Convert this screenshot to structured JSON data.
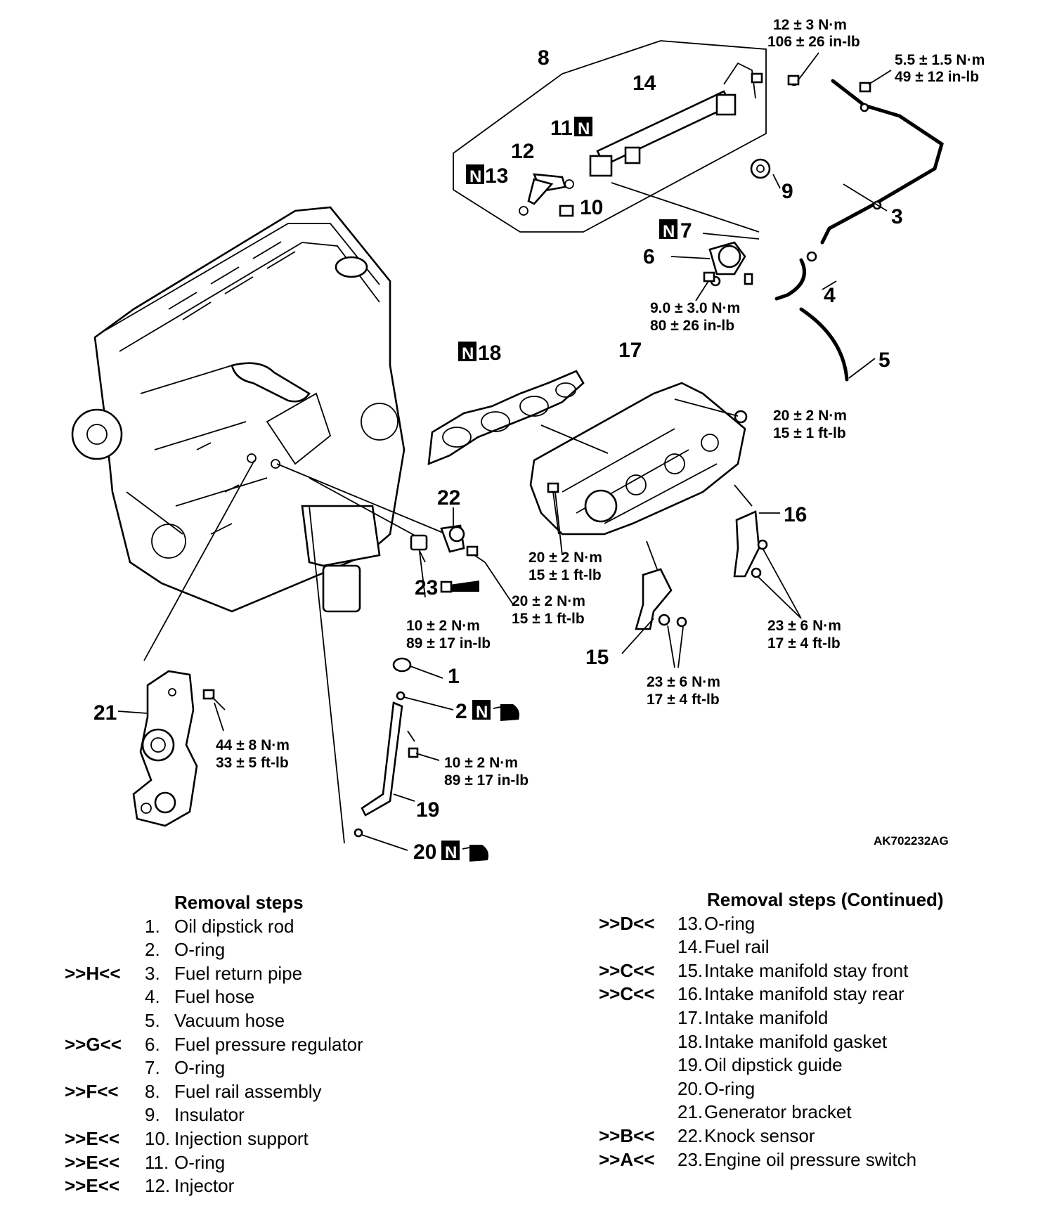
{
  "callouts": {
    "c1": "1",
    "c2": "2",
    "c3": "3",
    "c4": "4",
    "c5": "5",
    "c6": "6",
    "c7": "7",
    "c8": "8",
    "c9": "9",
    "c10": "10",
    "c11": "11",
    "c12": "12",
    "c13": "13",
    "c14": "14",
    "c15": "15",
    "c16": "16",
    "c17": "17",
    "c18": "18",
    "c19": "19",
    "c20": "20",
    "c21": "21",
    "c22": "22",
    "c23": "23"
  },
  "new_part_marker": "N",
  "torques": {
    "t_bolt_rail": [
      "12 ± 3 N·m",
      "106 ± 26 in-lb"
    ],
    "t_bolt_return": [
      "5.5 ± 1.5 N·m",
      "49 ± 12 in-lb"
    ],
    "t_regulator": [
      "9.0 ± 3.0 N·m",
      "80 ± 26 in-lb"
    ],
    "t_manifold_nut": [
      "20 ± 2 N·m",
      "15 ± 1 ft-lb"
    ],
    "t_manifold_bolt": [
      "20 ± 2 N·m",
      "15 ± 1 ft-lb"
    ],
    "t_knock_sensor": [
      "20 ± 2 N·m",
      "15 ± 1 ft-lb"
    ],
    "t_oil_switch": [
      "10 ± 2 N·m",
      "89 ± 17 in-lb"
    ],
    "t_stay_rear": [
      "23 ± 6 N·m",
      "17 ± 4 ft-lb"
    ],
    "t_stay_front": [
      "23 ± 6 N·m",
      "17 ± 4 ft-lb"
    ],
    "t_generator": [
      "44 ± 8 N·m",
      "33 ± 5 ft-lb"
    ],
    "t_dipstick": [
      "10 ± 2 N·m",
      "89 ± 17 in-lb"
    ]
  },
  "figure_ref": "AK702232AG",
  "legend_left": {
    "title": "Removal steps",
    "items": [
      {
        "code": "",
        "num": "1.",
        "label": "Oil dipstick rod"
      },
      {
        "code": "",
        "num": "2.",
        "label": "O-ring"
      },
      {
        "code": ">>H<<",
        "num": "3.",
        "label": "Fuel return pipe"
      },
      {
        "code": "",
        "num": "4.",
        "label": "Fuel hose"
      },
      {
        "code": "",
        "num": "5.",
        "label": "Vacuum hose"
      },
      {
        "code": ">>G<<",
        "num": "6.",
        "label": "Fuel pressure regulator"
      },
      {
        "code": "",
        "num": "7.",
        "label": "O-ring"
      },
      {
        "code": ">>F<<",
        "num": "8.",
        "label": "Fuel rail assembly"
      },
      {
        "code": "",
        "num": "9.",
        "label": "Insulator"
      },
      {
        "code": ">>E<<",
        "num": "10.",
        "label": "Injection support"
      },
      {
        "code": ">>E<<",
        "num": "11.",
        "label": "O-ring"
      },
      {
        "code": ">>E<<",
        "num": "12.",
        "label": "Injector"
      }
    ]
  },
  "legend_right": {
    "title": "Removal steps (Continued)",
    "items": [
      {
        "code": ">>D<<",
        "num": "13.",
        "label": "O-ring"
      },
      {
        "code": "",
        "num": "14.",
        "label": "Fuel rail"
      },
      {
        "code": ">>C<<",
        "num": "15.",
        "label": "Intake manifold stay front"
      },
      {
        "code": ">>C<<",
        "num": "16.",
        "label": "Intake manifold stay rear"
      },
      {
        "code": "",
        "num": "17.",
        "label": "Intake manifold"
      },
      {
        "code": "",
        "num": "18.",
        "label": "Intake manifold gasket"
      },
      {
        "code": "",
        "num": "19.",
        "label": "Oil dipstick guide"
      },
      {
        "code": "",
        "num": "20.",
        "label": "O-ring"
      },
      {
        "code": "",
        "num": "21.",
        "label": "Generator bracket"
      },
      {
        "code": ">>B<<",
        "num": "22.",
        "label": "Knock sensor"
      },
      {
        "code": ">>A<<",
        "num": "23.",
        "label": "Engine oil pressure switch"
      }
    ]
  }
}
